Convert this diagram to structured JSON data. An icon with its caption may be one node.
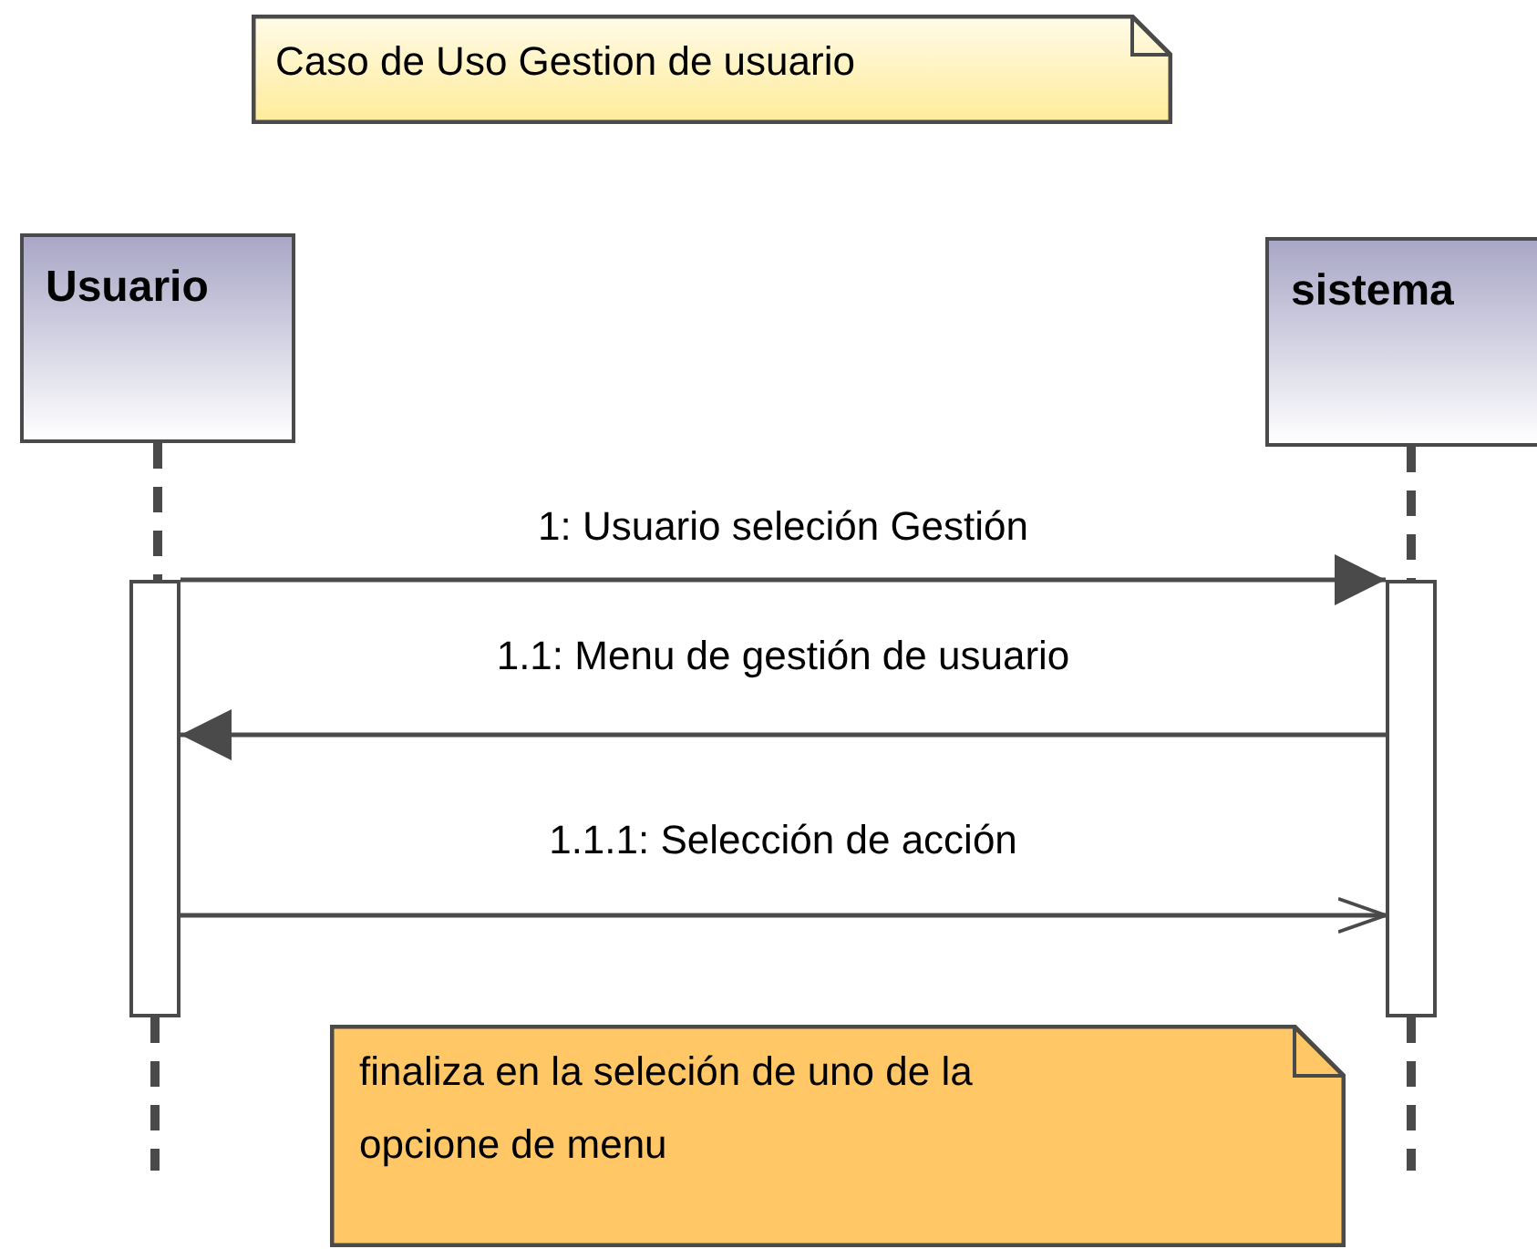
{
  "diagram": {
    "nodes": [
      {
        "text": [
          "Caso de Uso Gestion de usuario"
        ]
      },
      {
        "text": [
          "Usuario"
        ]
      },
      {
        "text": [
          "sistema"
        ]
      },
      {
        "text": [],
        "shape": "bar"
      },
      {
        "text": [],
        "shape": "bar"
      },
      {
        "text": [
          "finaliza en la seleción de uno de la opcione de menu"
        ]
      }
    ],
    "edges": [
      {
        "from": 1,
        "to": 3,
        "arrow": "none",
        "style": "dashed"
      },
      {
        "from": 2,
        "to": 4,
        "arrow": "none",
        "style": "dashed"
      },
      {
        "from": 3,
        "to": 4,
        "arrow": "to",
        "label": "1: Usuario seleción Gestión"
      },
      {
        "from": 4,
        "to": 3,
        "arrow": "to",
        "label": "1.1: Menu de gestión de usuario"
      },
      {
        "from": 3,
        "to": 4,
        "arrow": "to",
        "label": "1.1.1: Selección de acción"
      },
      {
        "from": 3,
        "to": null,
        "arrow": "none",
        "style": "dashed"
      },
      {
        "from": 4,
        "to": null,
        "arrow": "none",
        "style": "dashed"
      }
    ]
  }
}
